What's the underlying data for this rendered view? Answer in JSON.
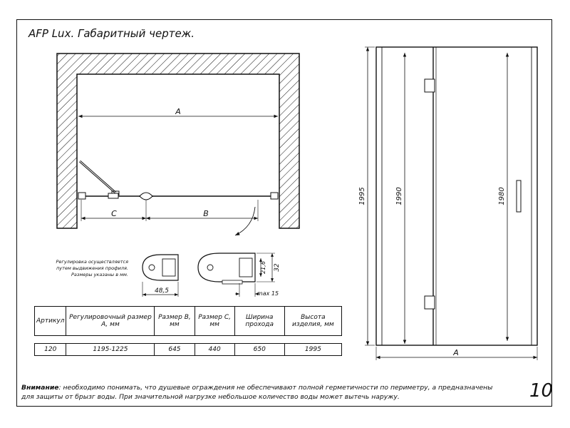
{
  "title": "AFP Lux. Габаритный чертеж.",
  "plan_view": {
    "dim_a": "A",
    "dim_b": "B",
    "dim_c": "C"
  },
  "profile_detail": {
    "note": "Регулировка осуществляется путем выдвижения профиля. Размеры указаны в мм.",
    "dim_width": "48,5",
    "dim_height_inner": "21,6",
    "dim_height_outer": "32",
    "dim_travel": "max 15"
  },
  "elevation_view": {
    "dim_total_height": "1995",
    "dim_profile_height": "1990",
    "dim_door_height": "1980",
    "dim_width": "A"
  },
  "spec_table": {
    "headers": [
      "Артикул",
      "Рeгулировочный размер A, мм",
      "Размер B, мм",
      "Размер C, мм",
      "Ширина прохода",
      "Высота изделия, мм"
    ],
    "rows": [
      [
        "120",
        "1195-1225",
        "645",
        "440",
        "650",
        "1995"
      ]
    ]
  },
  "warning": {
    "label": "Внимание",
    "text": ": необходимо понимать, что душевые ограждения не обеспечивают полной герметичности по периметру, а предназначены для защиты от брызг воды. При значительной нагрузке небольшое количество воды может вытечь наружу."
  },
  "page_number": "10"
}
